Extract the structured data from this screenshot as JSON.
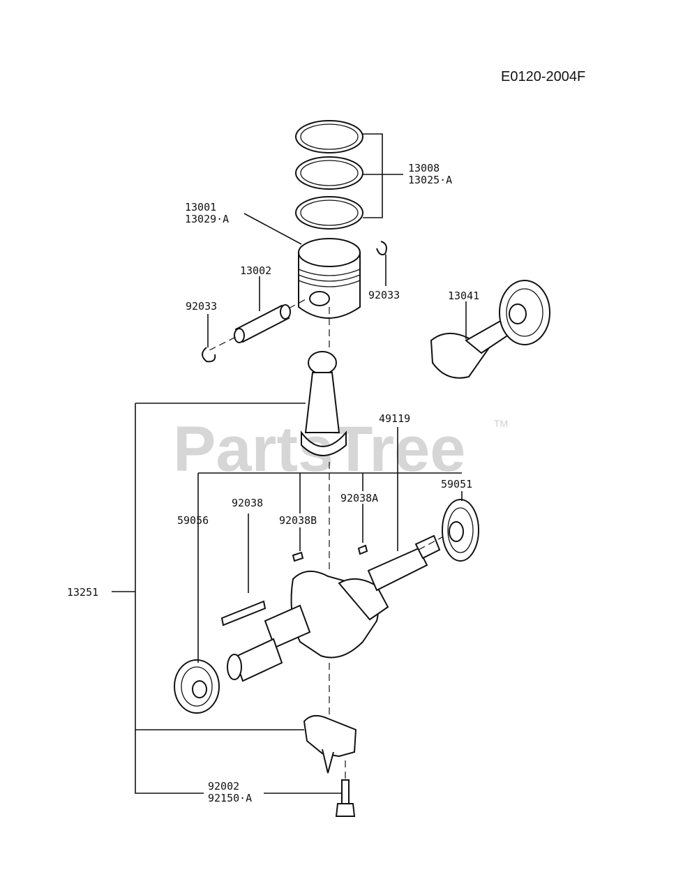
{
  "diagram_code": "E0120-2004F",
  "watermark": {
    "brand": "PartsTree",
    "trademark": "TM"
  },
  "labels": [
    {
      "id": "rings",
      "lines": [
        "13008",
        "13025·A"
      ]
    },
    {
      "id": "piston",
      "lines": [
        "13001",
        "13029·A"
      ]
    },
    {
      "id": "piston-pin",
      "lines": [
        "13002"
      ]
    },
    {
      "id": "circlip-left",
      "lines": [
        "92033"
      ]
    },
    {
      "id": "circlip-right",
      "lines": [
        "92033"
      ]
    },
    {
      "id": "balancer",
      "lines": [
        "13041"
      ]
    },
    {
      "id": "key-49119",
      "lines": [
        "49119"
      ]
    },
    {
      "id": "gear-59051",
      "lines": [
        "59051"
      ]
    },
    {
      "id": "key-92038a",
      "lines": [
        "92038A"
      ]
    },
    {
      "id": "key-92038",
      "lines": [
        "92038"
      ]
    },
    {
      "id": "key-92038b",
      "lines": [
        "92038B"
      ]
    },
    {
      "id": "gear-59056",
      "lines": [
        "59056"
      ]
    },
    {
      "id": "conrod-assy",
      "lines": [
        "13251"
      ]
    },
    {
      "id": "bolt",
      "lines": [
        "92002",
        "92150·A"
      ]
    }
  ]
}
